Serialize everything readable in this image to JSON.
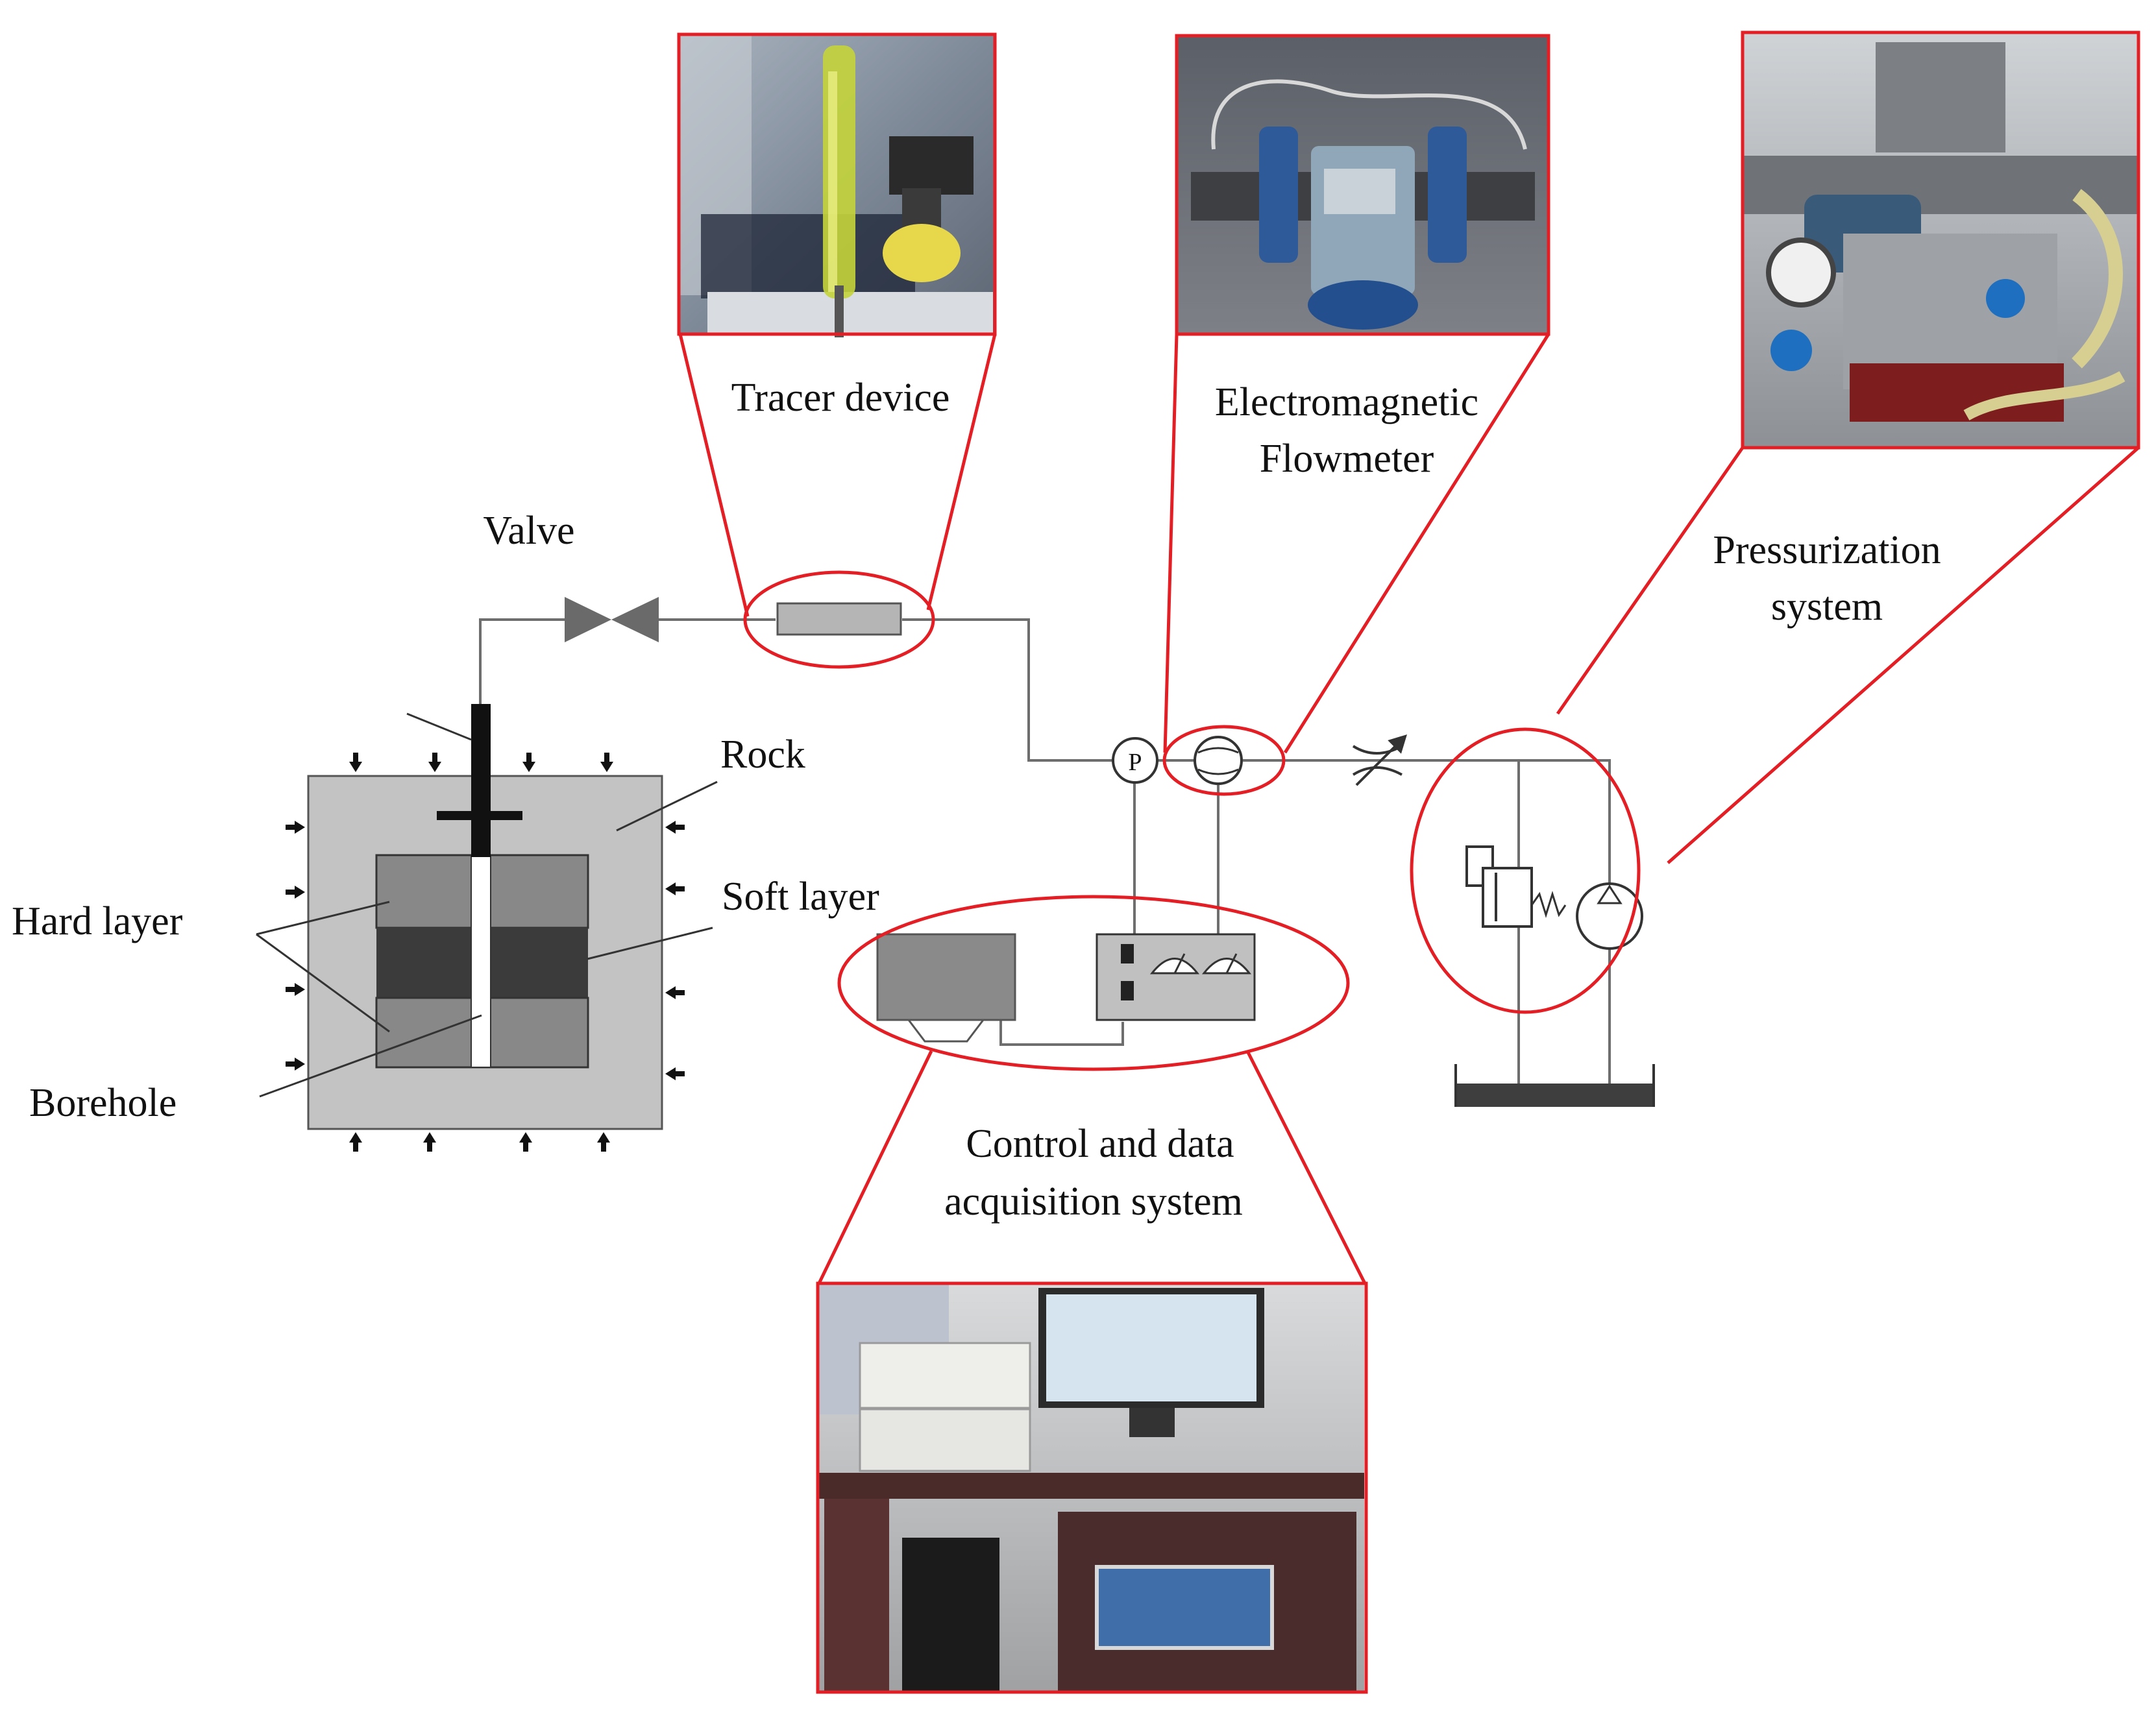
{
  "labels": {
    "tracer_device": "Tracer device",
    "flowmeter_line1": "Electromagnetic",
    "flowmeter_line2": "Flowmeter",
    "pressurization_line1": "Pressurization",
    "pressurization_line2": "system",
    "valve": "Valve",
    "rock": "Rock",
    "soft_layer": "Soft layer",
    "hard_layer": "Hard layer",
    "borehole": "Borehole",
    "control_line1": "Control and data",
    "control_line2": "acquisition system",
    "pressure_gauge_symbol": "P"
  },
  "colors": {
    "highlight": "#e31e24",
    "line": "#6e6e6e",
    "rock": "#c3c3c3",
    "hard_layer": "#888888",
    "soft_layer": "#3b3b3b"
  }
}
